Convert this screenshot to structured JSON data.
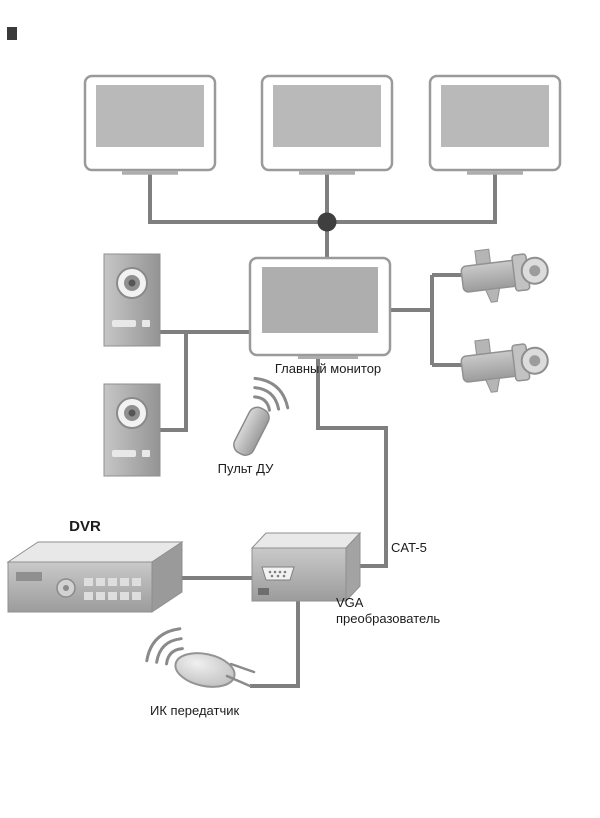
{
  "diagram": {
    "labels": {
      "main_monitor": "Главный монитор",
      "remote_control": "Пульт ДУ",
      "dvr": "DVR",
      "cable": "CAT-5",
      "vga_converter_line1": "VGA",
      "vga_converter_line2": "преобразователь",
      "ir_transmitter": "ИК передатчик"
    },
    "components": [
      {
        "id": "slave-monitor-1"
      },
      {
        "id": "slave-monitor-2"
      },
      {
        "id": "slave-monitor-3"
      },
      {
        "id": "main-monitor",
        "label": "Главный монитор"
      },
      {
        "id": "door-station-1"
      },
      {
        "id": "door-station-2"
      },
      {
        "id": "cctv-camera-1"
      },
      {
        "id": "cctv-camera-2"
      },
      {
        "id": "remote-control",
        "label": "Пульт ДУ"
      },
      {
        "id": "dvr",
        "label": "DVR"
      },
      {
        "id": "vga-converter",
        "label": "VGA преобразователь"
      },
      {
        "id": "ir-transmitter",
        "label": "ИК передатчик"
      },
      {
        "id": "junction-node"
      }
    ],
    "connections": [
      "slave-monitor-1 – junction-node",
      "slave-monitor-2 – junction-node",
      "slave-monitor-3 – junction-node",
      "junction-node – main-monitor",
      "door-station-1 – main-monitor",
      "door-station-2 – main-monitor",
      "cctv-camera-1 – main-monitor",
      "cctv-camera-2 – main-monitor",
      "main-monitor – vga-converter (CAT-5)",
      "dvr – vga-converter",
      "vga-converter – ir-transmitter"
    ],
    "colors": {
      "background": "#ffffff",
      "line": "#7f7f7f",
      "junction": "#3f3f3f",
      "screen": "#b9b9b9",
      "device": "#a9a9a9",
      "text": "#1c1c1c"
    }
  }
}
